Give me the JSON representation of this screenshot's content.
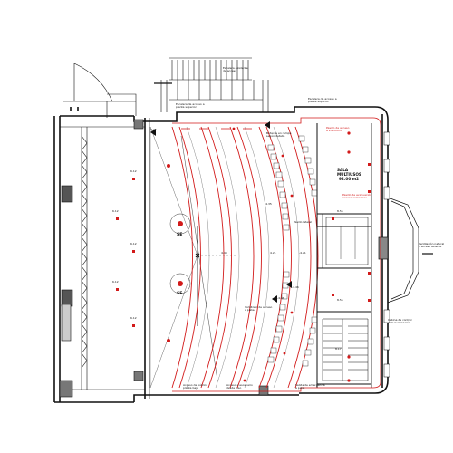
{
  "colors": {
    "wall": "#111111",
    "red": "#d21a1a",
    "grey": "#777777",
    "fill": "#bdbdbd"
  },
  "labels": {
    "top_stair_note": "Escalera existente\nde acceso",
    "top_left_note": "Escalera de acceso a\nplanta superior",
    "top_right_note": "Escalera de acceso a\nplanta superior",
    "mid_top_note": "Butacas en rampa\nsegún detalle",
    "right_room_a": "Pasillo de acceso\na vomitorio",
    "right_room_b": "SALA\nMULTIUSOS",
    "right_room_area": "92.00 m2",
    "right_room_c": "Pasillo de evacuación\nacceso camerinos",
    "far_right_note": "Ventilación natural\ny acceso exterior",
    "right_low_note": "Cabina de control\ny de iluminación",
    "bottom_left_note": "Acceso de público\nplanta baja",
    "bottom_mid_note": "Acceso a escenario\ndesde foso",
    "bottom_right_note": "Salida de emergencia\na patio",
    "mid_lower_note": "Vomitorio de acceso\na platea",
    "mid_right_note": "Pasillo lateral",
    "stage_mark_1": "SE",
    "stage_mark_2": "SE",
    "h_top": "4.44",
    "h_mid1": "-4.35",
    "h_mid2": "-4.46",
    "h_mid3": "-4.46",
    "h_low1": "4.21",
    "h_low2": "4.48",
    "h_low3": "-4.21",
    "h_right1": "8.55",
    "h_right2": "8.55",
    "h_right3": "8.17",
    "h_stage1": "6.12",
    "h_stage2": "6.12",
    "h_stage3": "6.12",
    "h_stage4": "6.12",
    "h_stage5": "6.12"
  }
}
